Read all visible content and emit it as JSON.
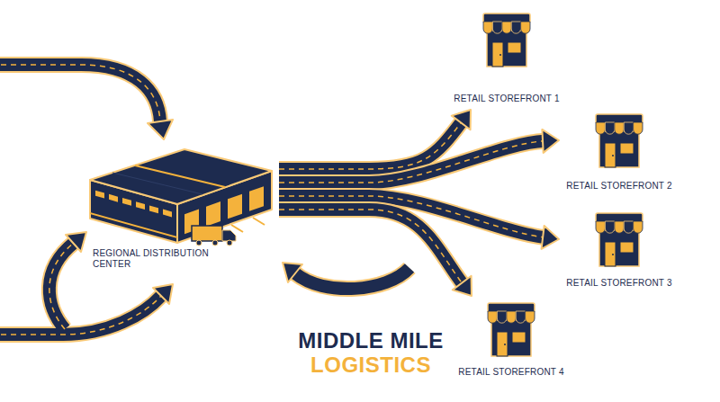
{
  "diagram": {
    "title": "MIDDLE MILE",
    "nodes": [
      {
        "text": [
          "REGIONAL DISTRIBUTION CENTER"
        ]
      },
      {
        "text": [
          "RETAIL STOREFRONT 1"
        ]
      },
      {
        "text": [
          "RETAIL STOREFRONT 2"
        ]
      },
      {
        "text": [
          "RETAIL STOREFRONT 3"
        ]
      },
      {
        "text": [
          "RETAIL STOREFRONT 4"
        ]
      }
    ],
    "edges": [
      {
        "from": 0,
        "to": 1,
        "arrow": "to"
      },
      {
        "from": 0,
        "to": 2,
        "arrow": "to"
      },
      {
        "from": 0,
        "to": 3,
        "arrow": "to"
      },
      {
        "from": 0,
        "to": 4,
        "arrow": "to"
      }
    ],
    "labels": [
      "LOGISTICS"
    ]
  }
}
